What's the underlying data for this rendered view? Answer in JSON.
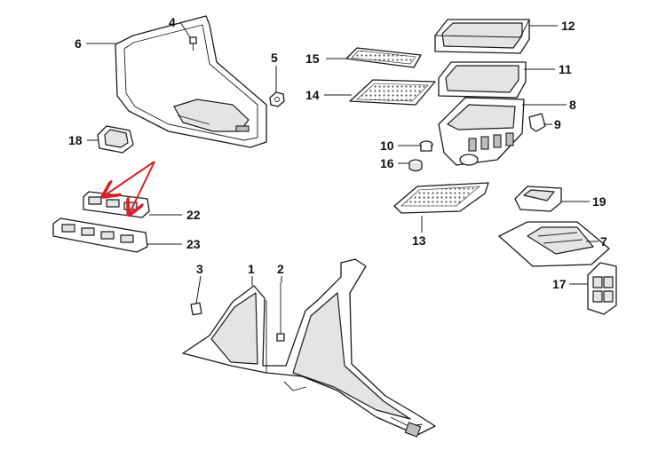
{
  "callouts": [
    {
      "id": "1"
    },
    {
      "id": "2"
    },
    {
      "id": "3"
    },
    {
      "id": "4"
    },
    {
      "id": "5"
    },
    {
      "id": "6"
    },
    {
      "id": "7"
    },
    {
      "id": "8"
    },
    {
      "id": "9"
    },
    {
      "id": "10"
    },
    {
      "id": "11"
    },
    {
      "id": "12"
    },
    {
      "id": "13"
    },
    {
      "id": "14"
    },
    {
      "id": "15"
    },
    {
      "id": "16"
    },
    {
      "id": "17"
    },
    {
      "id": "18"
    },
    {
      "id": "19"
    },
    {
      "id": "22"
    },
    {
      "id": "23"
    }
  ],
  "colors": {
    "line": "#1a1a1a",
    "highlight_arrow": "#d91e26",
    "background": "#ffffff"
  }
}
